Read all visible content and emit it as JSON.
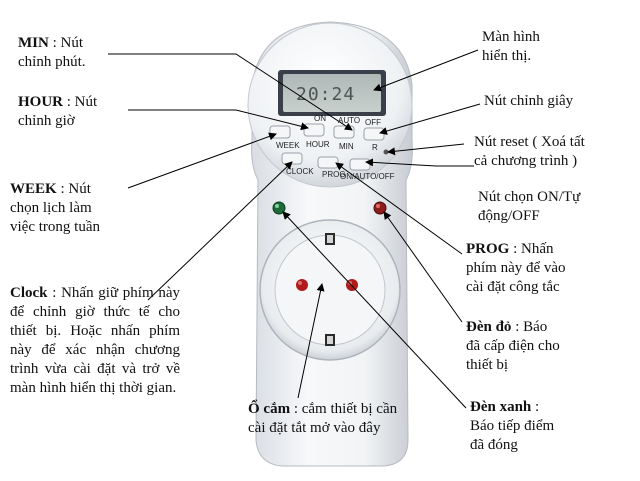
{
  "device": {
    "lcd_reading": "20:24",
    "buttons": {
      "on": "ON",
      "auto": "AUTO",
      "off": "OFF",
      "week": "WEEK",
      "hour": "HOUR",
      "min": "MIN",
      "reset": "R",
      "clock": "CLOCK",
      "prog": "PROG",
      "on_auto_off": "ON/AUTO/OFF"
    }
  },
  "labels": {
    "min": {
      "name": "MIN",
      "text": " : Nút",
      "line2": "chỉnh phút."
    },
    "hour": {
      "name": "HOUR",
      "text": " : Nút",
      "line2": "chỉnh giờ"
    },
    "week": {
      "name": "WEEK",
      "text": " : Nút",
      "line2": "chọn lịch làm",
      "line3": "việc trong tuần"
    },
    "clock": {
      "name": "Clock",
      "text": " : Nhấn giữ phím này để chỉnh giờ thức tế cho thiết bị. Hoặc nhấn phím này để xác nhận chương trình vừa cài đặt và trở về màn hình hiển thị thời gian."
    },
    "socket": {
      "name": "Ổ cắm",
      "text": " : cắm thiết bị cần cài đặt tắt mở vào đây"
    },
    "display": {
      "line1": "Màn hình",
      "line2": "hiển thị."
    },
    "seconds": {
      "text": "Nút chỉnh giây"
    },
    "reset": {
      "line1": "Nút reset ( Xoá tất",
      "line2": "cả chương trình )"
    },
    "onoff": {
      "line1": "Nút chọn ON/Tự",
      "line2": "động/OFF"
    },
    "prog": {
      "name": "PROG",
      "text": " : Nhấn",
      "line2": "phím này để vào",
      "line3": "cài đặt công tắc"
    },
    "red_led": {
      "name": "Đèn đỏ",
      "text": " : Báo",
      "line2": "đã cấp điện cho",
      "line3": "thiết bị"
    },
    "green_led": {
      "name": "Đèn xanh",
      "text": " :",
      "line2": "Báo tiếp điểm",
      "line3": "đã đóng"
    }
  }
}
